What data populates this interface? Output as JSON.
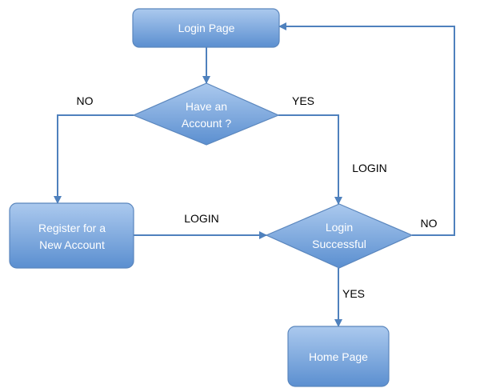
{
  "nodes": {
    "login_page": "Login Page",
    "have_account_line1": "Have an",
    "have_account_line2": "Account ?",
    "register_line1": "Register for a",
    "register_line2": "New Account",
    "login_successful_line1": "Login",
    "login_successful_line2": "Successful",
    "home_page": "Home Page"
  },
  "edges": {
    "no_left": "NO",
    "yes_right": "YES",
    "login_down": "LOGIN",
    "login_register": "LOGIN",
    "no_back": "NO",
    "yes_home": "YES"
  },
  "colors": {
    "node_top": "#a8c8ee",
    "node_bottom": "#5b8fd0",
    "stroke": "#5a86bd",
    "connector": "#4f81bd",
    "label_text": "#ffffff",
    "edge_text": "#000000"
  }
}
